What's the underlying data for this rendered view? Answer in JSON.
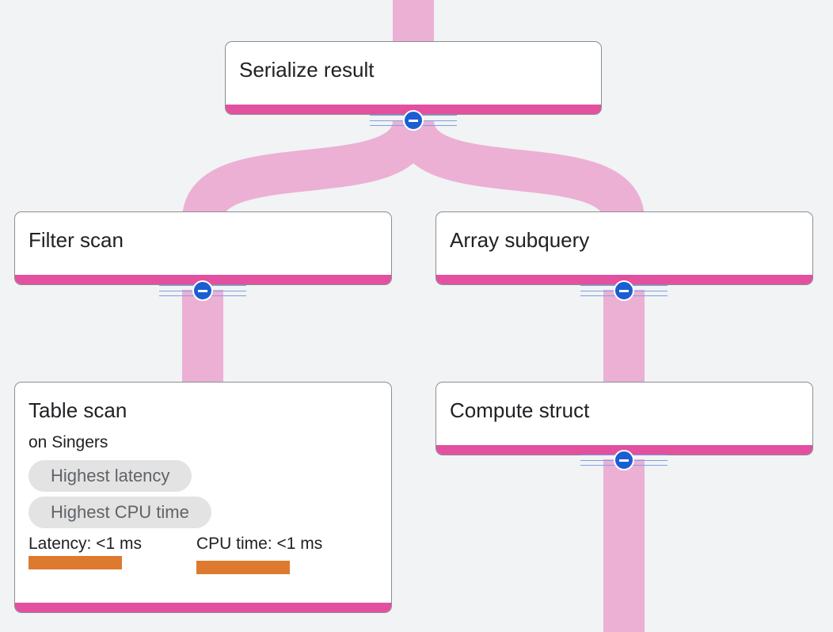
{
  "nodes": {
    "serialize": {
      "title": "Serialize result"
    },
    "filter": {
      "title": "Filter scan"
    },
    "array": {
      "title": "Array subquery"
    },
    "table": {
      "title": "Table scan",
      "subtitle": "on Singers",
      "badges": [
        "Highest latency",
        "Highest CPU time"
      ],
      "latency_label": "Latency: <1 ms",
      "cpu_label": "CPU time: <1 ms"
    },
    "compute": {
      "title": "Compute struct"
    }
  },
  "colors": {
    "background": "#f1f3f4",
    "edge": "#ecb0d4",
    "node_accent": "#e2509f",
    "metric_bar": "#dd7a30",
    "handle": "#1a5fd1"
  }
}
